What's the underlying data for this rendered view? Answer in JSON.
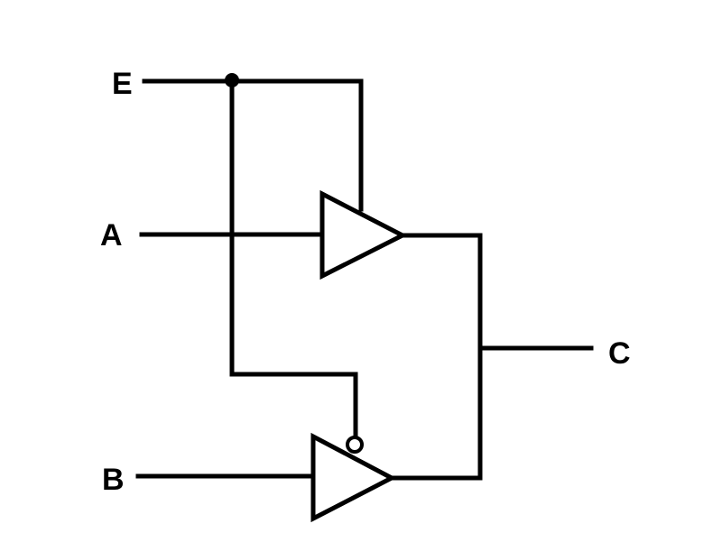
{
  "labels": {
    "enable": "E",
    "input_a": "A",
    "input_b": "B",
    "output": "C"
  },
  "components": {
    "upper_buffer": "tri-state-buffer-active-high",
    "lower_buffer": "tri-state-buffer-active-low"
  },
  "colors": {
    "ink": "#000000",
    "background": "#ffffff"
  }
}
